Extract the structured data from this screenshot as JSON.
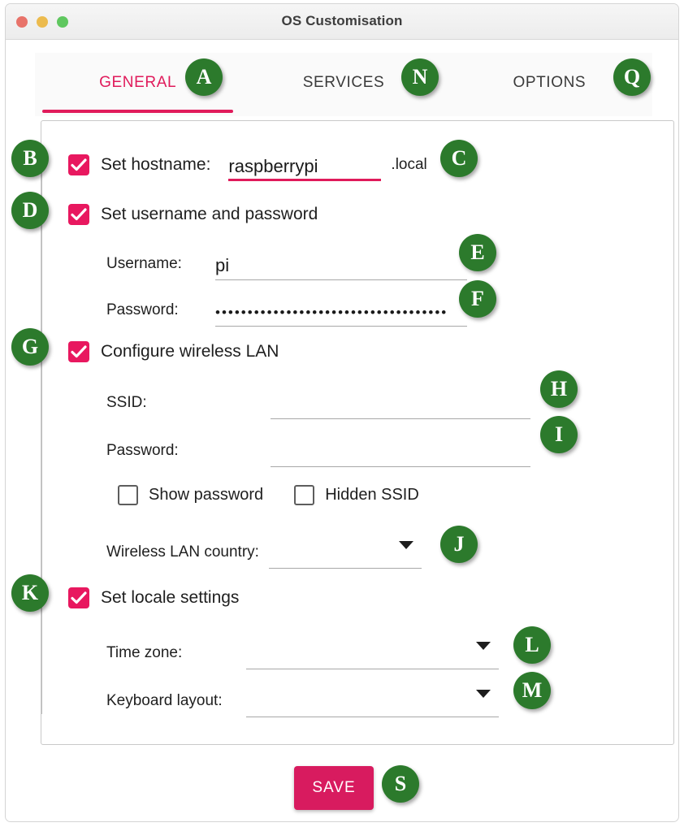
{
  "window": {
    "title": "OS Customisation",
    "traffic_lights": [
      "close-button",
      "minimise-button",
      "maximise-button"
    ]
  },
  "tabs": [
    {
      "label": "GENERAL",
      "active": true
    },
    {
      "label": "SERVICES",
      "active": false
    },
    {
      "label": "OPTIONS",
      "active": false
    }
  ],
  "form": {
    "hostname": {
      "checkbox_label": "Set hostname:",
      "checked": true,
      "value": "raspberrypi",
      "suffix": ".local"
    },
    "user": {
      "checkbox_label": "Set username and password",
      "checked": true,
      "username_label": "Username:",
      "username_value": "pi",
      "password_label": "Password:",
      "password_value": "••••••••••••••••••••••••••••••••••••"
    },
    "wireless": {
      "checkbox_label": "Configure wireless LAN",
      "checked": true,
      "ssid_label": "SSID:",
      "ssid_value": "",
      "password_label": "Password:",
      "password_value": "",
      "show_password_label": "Show password",
      "show_password_checked": false,
      "hidden_ssid_label": "Hidden SSID",
      "hidden_ssid_checked": false,
      "country_label": "Wireless LAN country:",
      "country_value": ""
    },
    "locale": {
      "checkbox_label": "Set locale settings",
      "checked": true,
      "timezone_label": "Time zone:",
      "timezone_value": "",
      "keyboard_label": "Keyboard layout:",
      "keyboard_value": ""
    }
  },
  "save": {
    "label": "SAVE"
  },
  "markers": [
    {
      "id": "A",
      "target": "tab-general"
    },
    {
      "id": "N",
      "target": "tab-services"
    },
    {
      "id": "Q",
      "target": "tab-options"
    },
    {
      "id": "B",
      "target": "set-hostname-checkbox"
    },
    {
      "id": "C",
      "target": "hostname-input"
    },
    {
      "id": "D",
      "target": "set-username-password-checkbox"
    },
    {
      "id": "E",
      "target": "username-input"
    },
    {
      "id": "F",
      "target": "user-password-input"
    },
    {
      "id": "G",
      "target": "configure-wireless-lan-checkbox"
    },
    {
      "id": "H",
      "target": "ssid-input"
    },
    {
      "id": "I",
      "target": "wifi-password-input"
    },
    {
      "id": "J",
      "target": "wireless-country-dropdown"
    },
    {
      "id": "K",
      "target": "set-locale-settings-checkbox"
    },
    {
      "id": "L",
      "target": "timezone-dropdown"
    },
    {
      "id": "M",
      "target": "keyboard-layout-dropdown"
    },
    {
      "id": "S",
      "target": "save-button"
    }
  ],
  "colors": {
    "accent_pink": "#e01b5b",
    "marker_green": "#2c7a2c",
    "save_pink": "#d81b5f"
  }
}
